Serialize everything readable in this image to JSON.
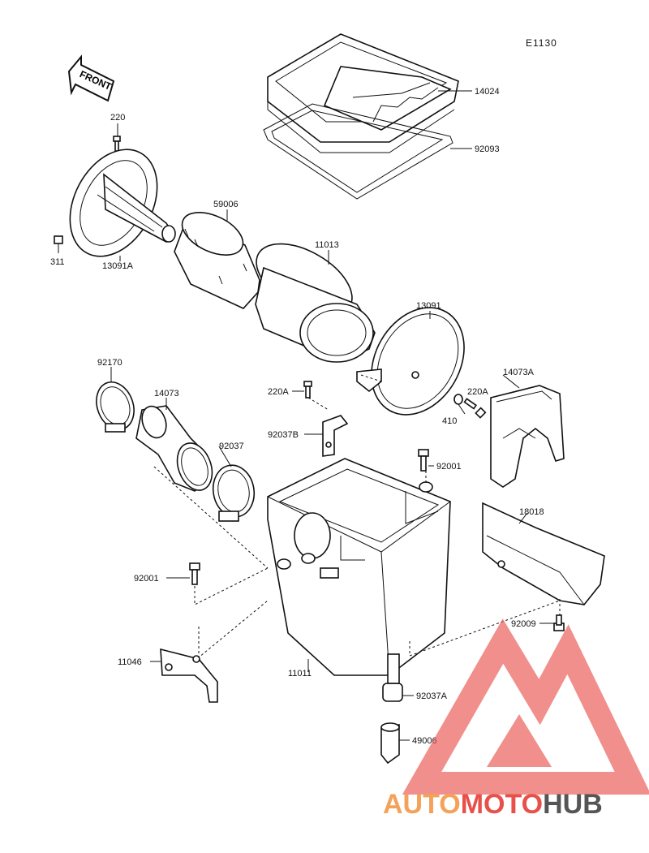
{
  "diagram_code": "E1130",
  "front_label": "FRONT",
  "parts": [
    {
      "id": "14024",
      "label": "14024"
    },
    {
      "id": "92093",
      "label": "92093"
    },
    {
      "id": "220",
      "label": "220"
    },
    {
      "id": "311",
      "label": "311"
    },
    {
      "id": "13091A",
      "label": "13091A"
    },
    {
      "id": "59006",
      "label": "59006"
    },
    {
      "id": "11013",
      "label": "11013"
    },
    {
      "id": "13091",
      "label": "13091"
    },
    {
      "id": "92170",
      "label": "92170"
    },
    {
      "id": "14073",
      "label": "14073"
    },
    {
      "id": "220A-1",
      "label": "220A"
    },
    {
      "id": "220A-2",
      "label": "220A"
    },
    {
      "id": "410",
      "label": "410"
    },
    {
      "id": "14073A",
      "label": "14073A"
    },
    {
      "id": "92037B",
      "label": "92037B"
    },
    {
      "id": "92037",
      "label": "92037"
    },
    {
      "id": "92001-1",
      "label": "92001"
    },
    {
      "id": "92001-2",
      "label": "92001"
    },
    {
      "id": "18018",
      "label": "18018"
    },
    {
      "id": "92009",
      "label": "92009"
    },
    {
      "id": "11046",
      "label": "11046"
    },
    {
      "id": "11011",
      "label": "11011"
    },
    {
      "id": "92037A",
      "label": "92037A"
    },
    {
      "id": "49006",
      "label": "49006"
    }
  ],
  "watermark": {
    "part1": "AUTO",
    "part2": "MOTO",
    "part3": "HUB",
    "color_orange": "#f4a259",
    "color_red": "#e8504a",
    "color_gray": "#555555"
  }
}
